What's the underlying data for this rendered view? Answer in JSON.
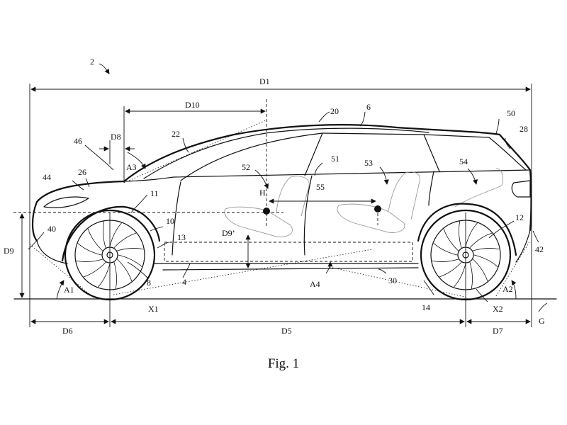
{
  "figure": {
    "caption": "Fig. 1",
    "labels": {
      "r2": "2",
      "r6": "6",
      "r20": "20",
      "r22": "22",
      "r46": "46",
      "r44": "44",
      "r26": "26",
      "r11": "11",
      "r10": "10",
      "r13": "13",
      "r40": "40",
      "r8": "8",
      "r4": "4",
      "rX1": "X1",
      "r52": "52",
      "rH": "H",
      "r51": "51",
      "r53": "53",
      "r55": "55",
      "r54": "54",
      "r50": "50",
      "r28": "28",
      "r12": "12",
      "r42": "42",
      "rX2": "X2",
      "r14": "14",
      "r30": "30",
      "rG": "G",
      "D1": "D1",
      "D10": "D10",
      "D8": "D8",
      "D9": "D9",
      "D9p": "D9’",
      "D5": "D5",
      "D6": "D6",
      "D7": "D7",
      "A1": "A1",
      "A2": "A2",
      "A3": "A3",
      "A4": "A4"
    }
  }
}
